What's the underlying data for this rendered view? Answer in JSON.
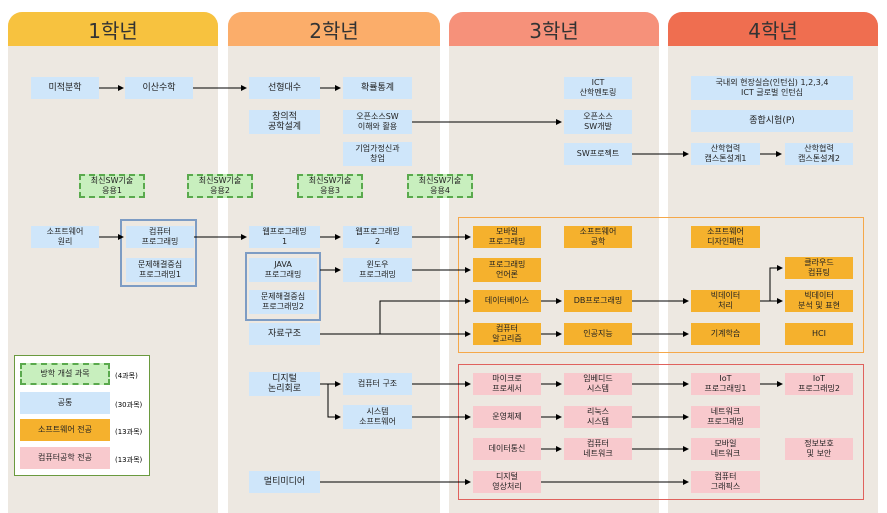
{
  "years": [
    "1학년",
    "2학년",
    "3학년",
    "4학년"
  ],
  "year_colors": [
    "#f7c23f",
    "#fbad6a",
    "#f6917a",
    "#ef6e50"
  ],
  "courses": {
    "calculus": "미적분학",
    "discrete_math": "이산수학",
    "linear_algebra": "선형대수",
    "prob_stats": "확률통계",
    "creative_design": "창의적\n공학설계",
    "open_source_understand": "오픈소스SW\n이해와 활용",
    "startup": "기업가정신과\n창업",
    "ict_mentoring": "ICT\n산학멘토링",
    "open_source_dev": "오픈소스\nSW개발",
    "sw_project": "SW프로젝트",
    "field_practice": "국내외 현장실습(인턴십) 1,2,3,4\nICT 글로벌 인턴십",
    "comprehensive_exam": "종합시험(P)",
    "capstone1": "산학협력\n캡스톤설계1",
    "capstone2": "산학협력\n캡스톤설계2",
    "latest_sw1": "최신SW기술\n응용1",
    "latest_sw2": "최신SW기술\n응용2",
    "latest_sw3": "최신SW기술\n응용3",
    "latest_sw4": "최신SW기술\n응용4",
    "sw_principles": "소프트웨어\n원리",
    "computer_programming": "컴퓨터\n프로그래밍",
    "problem_solving1": "문제해결중심\n프로그래밍1",
    "web_programming1": "웹프로그래밍\n1",
    "web_programming2": "웹프로그래밍\n2",
    "java_programming": "JAVA\n프로그래밍",
    "problem_solving2": "문제해결중심\n프로그래밍2",
    "windows_programming": "윈도우\n프로그래밍",
    "data_structure": "자료구조",
    "mobile_programming": "모바일\n프로그래밍",
    "programming_languages": "프로그래밍\n언어론",
    "database": "데이터베이스",
    "db_programming": "DB프로그래밍",
    "algorithms": "컴퓨터\n알고리즘",
    "ai": "인공지능",
    "sw_engineering": "소프트웨어\n공학",
    "sw_design_patterns": "소프트웨어\n디자인패턴",
    "cloud": "클라우드\n컴퓨팅",
    "bigdata": "빅데이터\n처리",
    "bigdata_analysis": "빅데이터\n분석 및 표현",
    "machine_learning": "기계학습",
    "hci": "HCI",
    "digital_logic": "디지털\n논리회로",
    "computer_structure": "컴퓨터 구조",
    "system_software": "시스템\n소프트웨어",
    "multimedia": "멀티미디어",
    "microprocessor": "마이크로\n프로세서",
    "embedded": "임베디드\n시스템",
    "iot1": "IoT\n프로그래밍1",
    "iot2": "IoT\n프로그래밍2",
    "operating_systems": "운영체제",
    "linux": "리눅스\n시스템",
    "network_programming": "네트워크\n프로그래밍",
    "data_communication": "데이터통신",
    "computer_network": "컴퓨터\n네트워크",
    "mobile_network": "모바일\n네트워크",
    "info_security": "정보보호\n및 보안",
    "digital_image": "디지털\n영상처리",
    "computer_graphics": "컴퓨터\n그래픽스"
  },
  "legend": [
    {
      "label": "방학 개설 과목",
      "count": "(4과목)",
      "kind": "green"
    },
    {
      "label": "공통",
      "count": "(30과목)",
      "kind": "blue"
    },
    {
      "label": "소프트웨어 전공",
      "count": "(13과목)",
      "kind": "orange"
    },
    {
      "label": "컴퓨터공학 전공",
      "count": "(13과목)",
      "kind": "pink"
    }
  ],
  "colors": {
    "common": "#cfe6fa",
    "software_major": "#f5b12d",
    "computer_eng_major": "#f8c9cd",
    "vacation": "#c8efbe",
    "software_frame": "#f5a84a",
    "computer_eng_frame": "#e0625d",
    "highlight_frame": "#7d9cc4"
  }
}
